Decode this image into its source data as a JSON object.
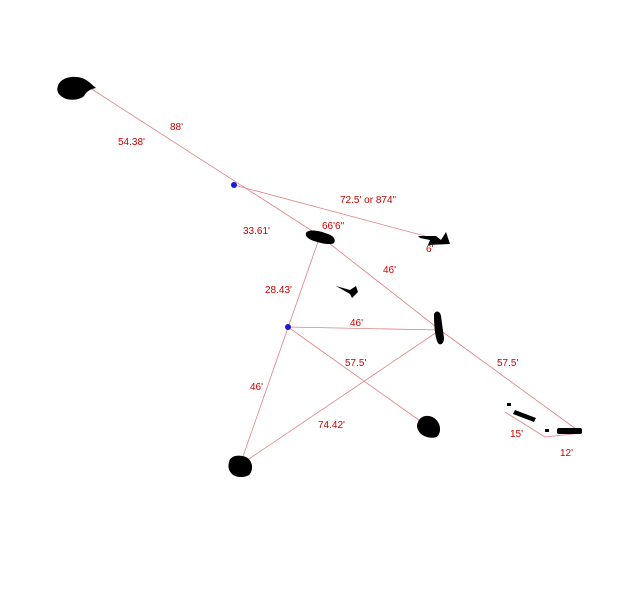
{
  "diagram": {
    "colors": {
      "background": "#ffffff",
      "line": "#e08080",
      "label": "#cc0000",
      "stone": "#000000",
      "marker": "#1a1adb"
    },
    "labels": {
      "l_88": "88'",
      "l_54_38": "54.38'",
      "l_72_5": "72.5' or 874\"",
      "l_33_61": "33.61'",
      "l_66_6": "66'6\"",
      "l_6": "6'",
      "l_46_a": "46'",
      "l_28_43": "28.43'",
      "l_46_b": "46'",
      "l_57_5_a": "57.5'",
      "l_57_5_b": "57.5'",
      "l_46_c": "46'",
      "l_74_42": "74.42'",
      "l_15": "15'",
      "l_12": "12'"
    }
  }
}
